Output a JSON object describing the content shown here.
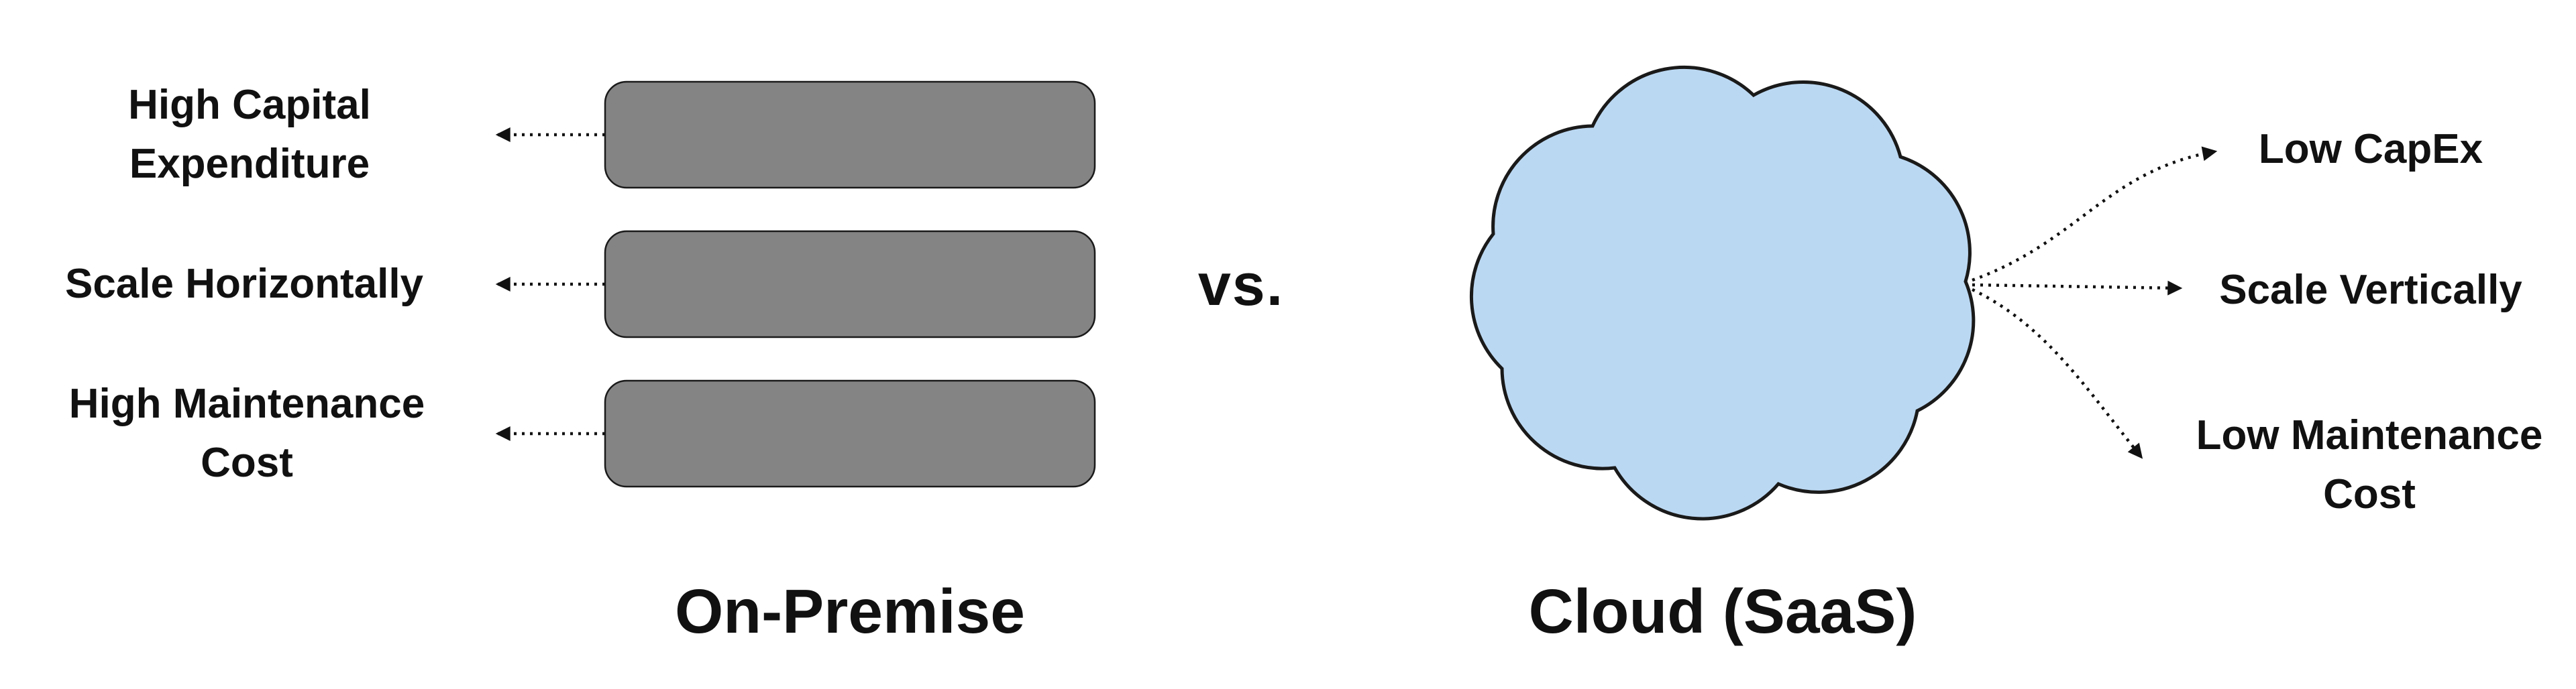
{
  "left_panel": {
    "title": "On-Premise",
    "boxes": [
      {
        "label": "High Capital\nExpenditure"
      },
      {
        "label": "Scale Horizontally"
      },
      {
        "label": "High Maintenance\nCost"
      }
    ]
  },
  "versus": "vs.",
  "right_panel": {
    "title": "Cloud (SaaS)",
    "benefits": [
      {
        "label": "Low CapEx"
      },
      {
        "label": "Scale Vertically"
      },
      {
        "label": "Low Maintenance\nCost"
      }
    ]
  },
  "icons": {
    "cloud": "cloud-shape",
    "server_boxes": "rounded-rectangle",
    "arrows": "dotted-arrow"
  },
  "colors": {
    "box_fill": "#848484",
    "cloud_fill": "#BBD8F2",
    "line": "#111111"
  }
}
